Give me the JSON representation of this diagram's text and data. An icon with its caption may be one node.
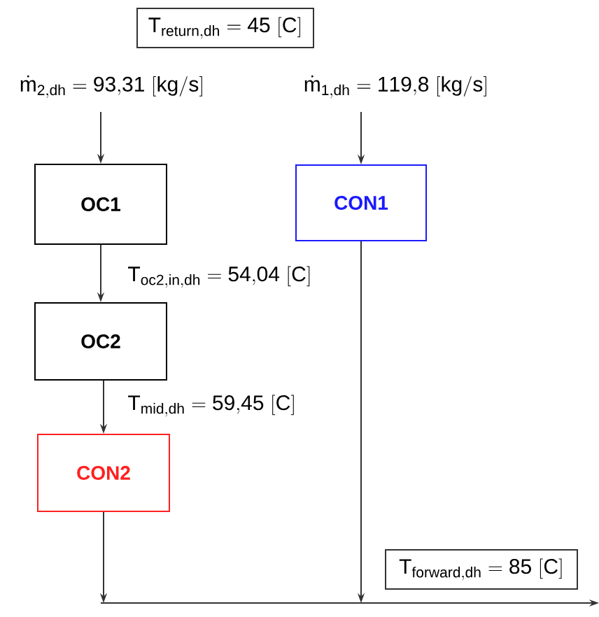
{
  "diagram": {
    "nodes": [
      {
        "text": [
          "\\mathrm{T}_{\\mathrm{return{,}dh}} = \\mathrm{45\\ [C]}"
        ]
      },
      {
        "text": [
          "OC1"
        ]
      },
      {
        "text": [
          "OC2"
        ]
      },
      {
        "text": [
          "CON2"
        ]
      },
      {
        "text": [
          "CON1"
        ]
      },
      {
        "text": [
          "\\mathrm{T}_{\\mathrm{forward{,}dh}} = \\mathrm{85\\ [C]}"
        ]
      }
    ],
    "edges": [
      {
        "from": null,
        "to": 1,
        "arrow": "to",
        "label": "\\dot{\\mathrm{m}}_{\\mathrm{2{,}dh}} = \\mathrm{93{,}31\\ [kg/s]}"
      },
      {
        "from": 1,
        "to": 2,
        "arrow": "to",
        "label": "\\mathrm{T}_{\\mathrm{oc2{,}in{,}dh}} = \\mathrm{54{,}04\\ [C]}"
      },
      {
        "from": 2,
        "to": 3,
        "arrow": "to",
        "label": "\\mathrm{T}_{\\mathrm{mid{,}dh}} = \\mathrm{59{,}45\\ [C]}"
      },
      {
        "from": null,
        "to": 4,
        "arrow": "to",
        "label": "\\dot{\\mathrm{m}}_{\\mathrm{1{,}dh}} = \\mathrm{119{,}8\\ [kg/s]}"
      },
      {
        "from": 3,
        "to": null,
        "arrow": "to"
      },
      {
        "from": 4,
        "to": null,
        "arrow": "to"
      }
    ]
  }
}
